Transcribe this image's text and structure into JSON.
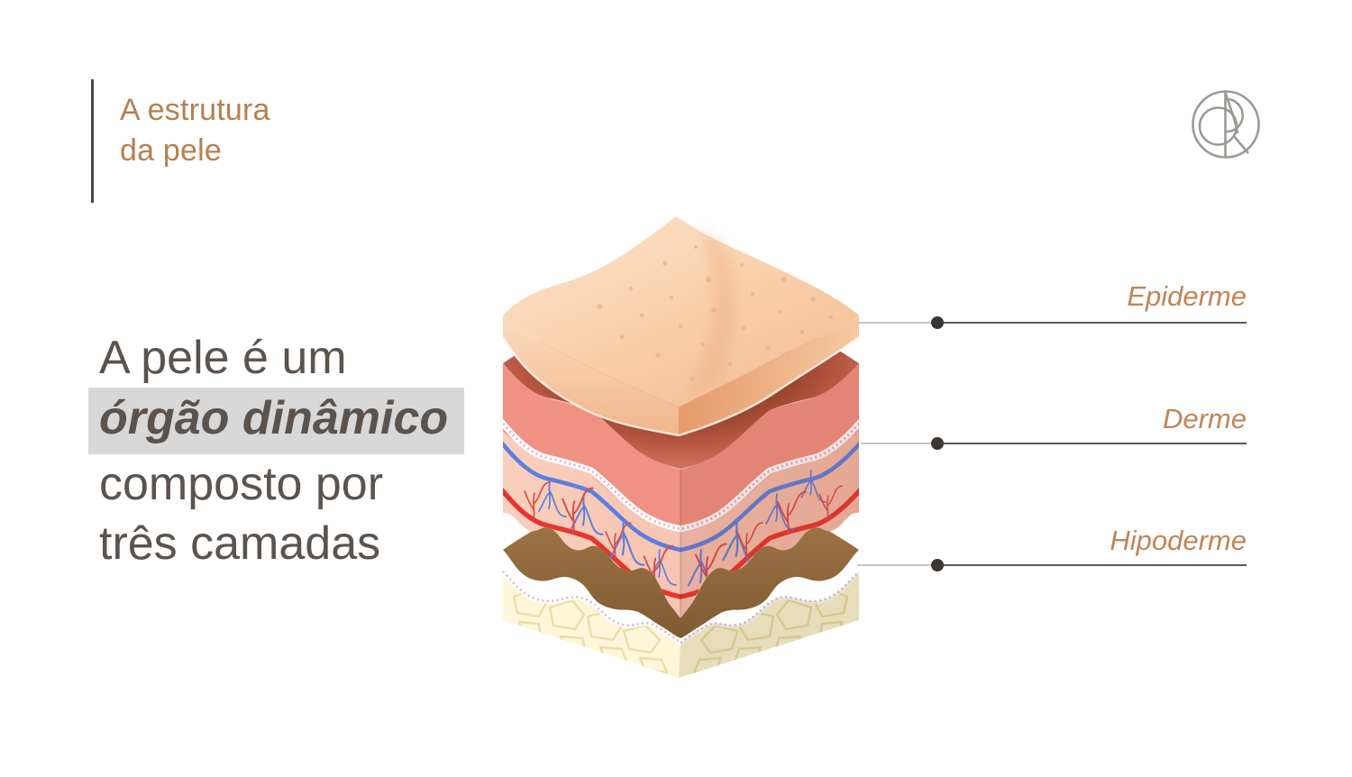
{
  "kicker": {
    "line1": "A estrutura",
    "line2": "da pele"
  },
  "headline": {
    "line1": "A pele é um",
    "highlight": "órgão dinâmico",
    "line3": "composto por",
    "line4": "três camadas"
  },
  "callouts": [
    {
      "label": "Epiderme"
    },
    {
      "label": "Derme"
    },
    {
      "label": "Hipoderme"
    }
  ],
  "logo": {
    "icon": "circular-monogram"
  },
  "palette": {
    "background": "#ffffff",
    "title_brown": "#b5804f",
    "label_brown": "#c18456",
    "headline_gray": "#5a534e",
    "highlight_bg": "#d8d8d8",
    "accent_bar": "#4a4644",
    "callout_light": "#c9c5c2",
    "callout_dark": "#5f5954",
    "callout_dot": "#3a3634",
    "logo_gray": "#9d9995",
    "epidermis_peach": "#f8cfae",
    "dermis_salmon": "#ef9183",
    "dermis_pink": "#f8cabb",
    "dermis_maroon": "#8a3a22",
    "vessel_blue": "#5b7fe0",
    "vessel_red": "#e8352c",
    "hypodermis_yellow": "#fdf6d9",
    "hypodermis_brown": "#96703f",
    "membrane_lavender": "#d8b6d4"
  }
}
